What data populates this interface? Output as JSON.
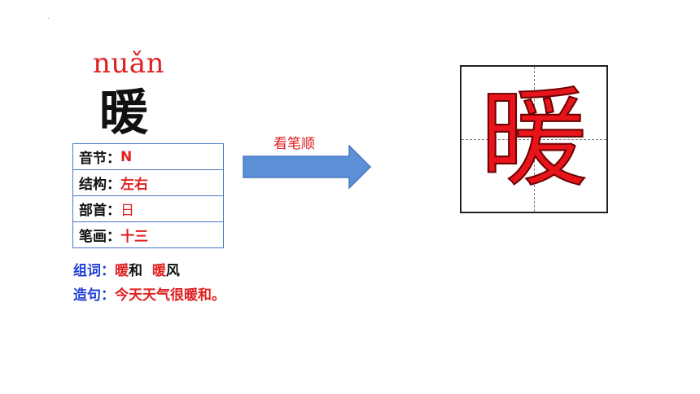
{
  "slide": {
    "dot": ".",
    "pinyin": "nuǎn",
    "character": "暖",
    "info_rows": [
      {
        "label": "音节：",
        "value": "N"
      },
      {
        "label": "结构：",
        "value": "左右"
      },
      {
        "label": "部首：",
        "value": "日"
      },
      {
        "label": "笔画：",
        "value": "十三"
      }
    ],
    "words": {
      "label": "组词：",
      "word1_char": "暖",
      "word1_rest": "和",
      "word2_char": "暖",
      "word2_rest": "风"
    },
    "sentence": {
      "label": "造句：",
      "text": "今天天气很暖和。"
    },
    "arrow_label": "看笔顺",
    "grid_character": "暖"
  },
  "colors": {
    "red": "#e02020",
    "blue": "#1f3ed8",
    "arrow_fill": "#5b8fd6",
    "table_border": "#4a78c4"
  },
  "icons": {
    "arrow": "right-arrow-icon"
  }
}
